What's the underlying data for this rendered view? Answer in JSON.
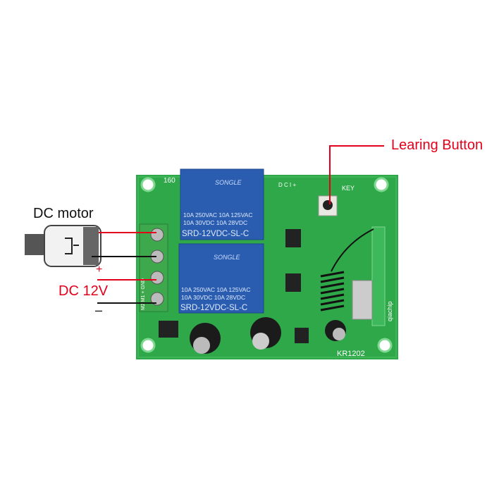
{
  "annotations": {
    "learning_button": "Learing Button",
    "dc_motor": "DC motor",
    "dc_12v": "DC 12V",
    "plus": "+",
    "minus": "–"
  },
  "board": {
    "model": "KR1202",
    "corner_mark": "160",
    "key_label": "KEY",
    "header_pins": "D C I +",
    "terminal_labels": "M2 M1 + GND",
    "module_text": "qiachip",
    "relays": [
      {
        "brand": "SONGLE",
        "rating1": "10A 250VAC  10A 125VAC",
        "rating2": "10A  30VDC  10A  28VDC",
        "model": "SRD-12VDC-SL-C"
      },
      {
        "brand": "SONGLE",
        "rating1": "10A 250VAC  10A 125VAC",
        "rating2": "10A  30VDC  10A  28VDC",
        "model": "SRD-12VDC-SL-C"
      }
    ]
  },
  "colors": {
    "accent": "#e3001b",
    "pcb": "#2fa84a",
    "relay": "#2a5db0"
  }
}
